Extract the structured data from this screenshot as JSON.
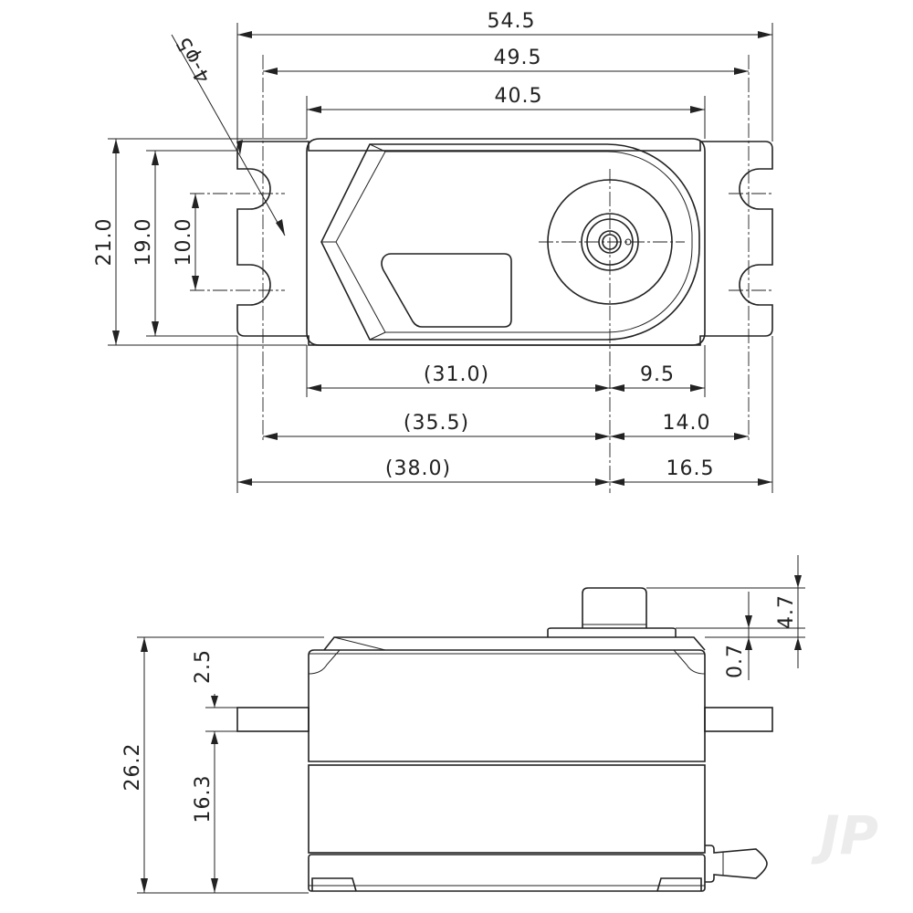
{
  "top_view": {
    "dims": {
      "overall_width": "54.5",
      "mount_hole_spacing": "49.5",
      "body_length": "40.5",
      "hole_callout": "4-φ5",
      "tab_height": "21.0",
      "tab_hole_span": "19.0",
      "hole_vertical_spacing": "10.0",
      "body_to_shaft": "(31.0)",
      "shaft_to_body_end": "9.5",
      "hole_to_shaft": "(35.5)",
      "shaft_to_hole": "14.0",
      "tab_to_shaft": "(38.0)",
      "shaft_to_tab_end": "16.5"
    }
  },
  "side_view": {
    "dims": {
      "total_height": "26.2",
      "flange_to_top": "2.5",
      "flange_to_bottom": "16.3",
      "spline_height": "4.7",
      "boss_height": "0.7"
    }
  },
  "watermark": {
    "text": "JP",
    "color": "#ececec"
  }
}
